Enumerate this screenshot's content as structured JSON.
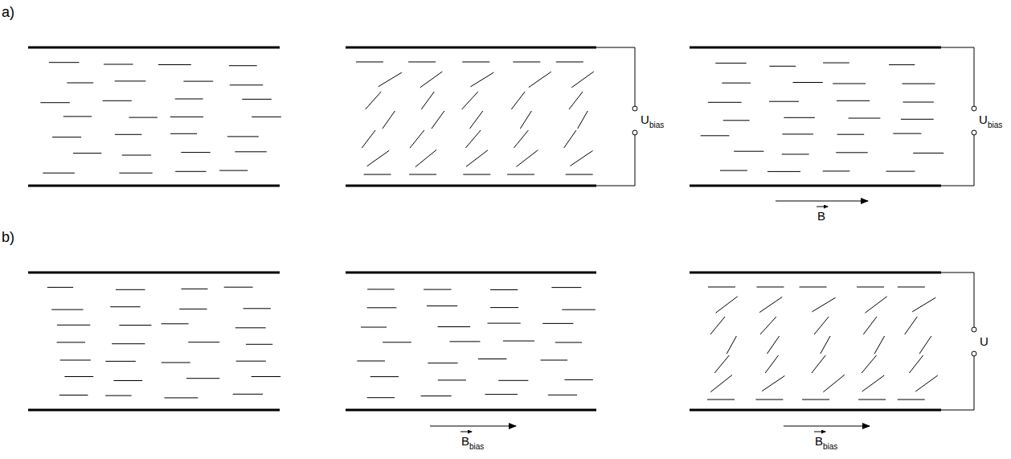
{
  "diagram": {
    "labels": [
      "a)",
      "U",
      "bias",
      "U",
      "bias",
      "B",
      "b)",
      "B",
      "bias",
      "B",
      "bias",
      "U"
    ]
  }
}
